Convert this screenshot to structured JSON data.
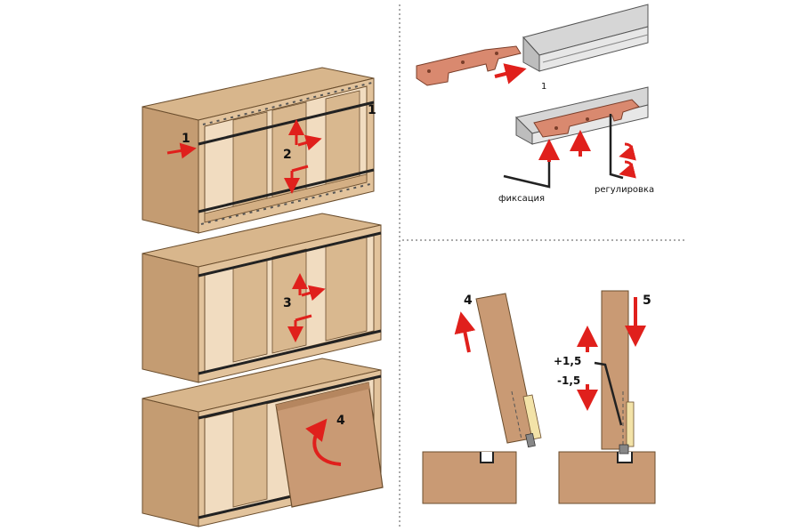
{
  "steps": {
    "s1": "1",
    "s1b": "1",
    "s2": "2",
    "s3": "3",
    "s4": "4",
    "rail_step": "1",
    "door_tilt": "4",
    "door_down": "5"
  },
  "labels": {
    "fixation": "фиксация",
    "adjustment": "регулировка",
    "plus": "+1,5",
    "minus": "-1,5"
  },
  "colors": {
    "wood_side": "#c8a27a",
    "wood_front": "#dfc098",
    "wood_inner": "#f1dcc0",
    "door": "#c99a74",
    "arrow": "#e0201c",
    "bracket": "#d9896f",
    "rail": "#cfcfcf"
  }
}
